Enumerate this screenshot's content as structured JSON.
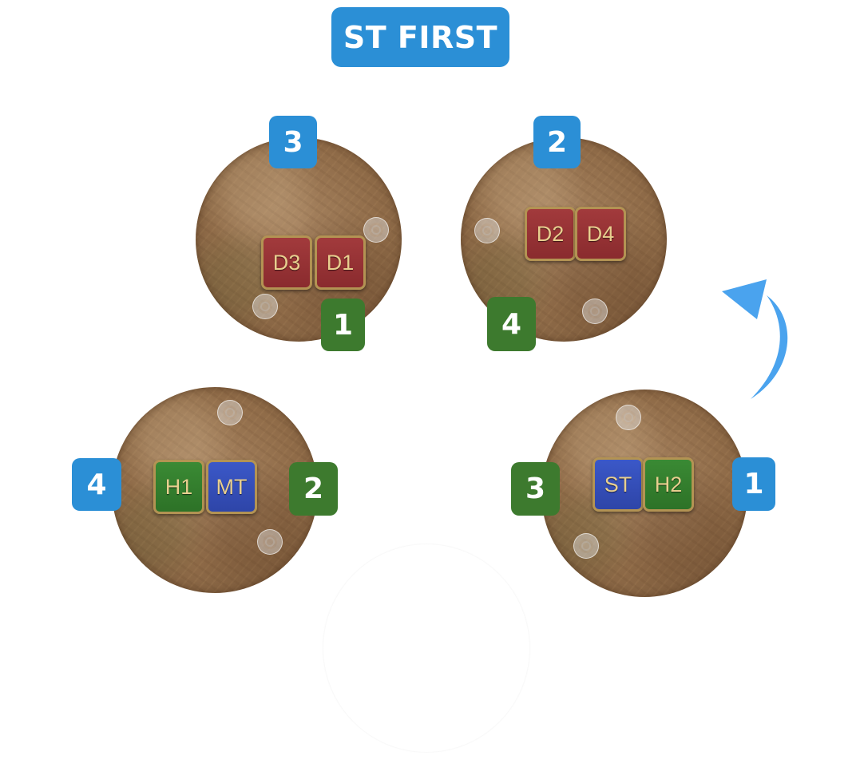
{
  "title": "ST FIRST",
  "platforms": {
    "top_left": {
      "roles": [
        {
          "label": "D3",
          "type": "dps"
        },
        {
          "label": "D1",
          "type": "dps"
        }
      ],
      "order_blue": "3",
      "order_green": "1"
    },
    "top_right": {
      "roles": [
        {
          "label": "D2",
          "type": "dps"
        },
        {
          "label": "D4",
          "type": "dps"
        }
      ],
      "order_blue": "2",
      "order_green": "4"
    },
    "mid_left": {
      "roles": [
        {
          "label": "H1",
          "type": "healer"
        },
        {
          "label": "MT",
          "type": "tank"
        }
      ],
      "order_blue": "4",
      "order_green": "2"
    },
    "mid_right": {
      "roles": [
        {
          "label": "ST",
          "type": "tank"
        },
        {
          "label": "H2",
          "type": "healer"
        }
      ],
      "order_blue": "1",
      "order_green": "3"
    }
  },
  "colors": {
    "blue_badge": "#2b8fd6",
    "green_badge": "#3d7a2e",
    "arrow": "#4aa3ee",
    "dps": "#8f2f31",
    "tank": "#3450b8",
    "healer": "#347f2d"
  },
  "icons": {
    "rotation_arrow": "curved-arrow-counterclockwise-icon",
    "waymark": "waymark-circle-icon"
  }
}
